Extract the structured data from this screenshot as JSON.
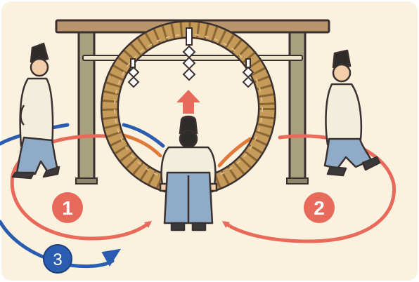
{
  "illustration": {
    "colors": {
      "background": "#fbf1df",
      "torii_wood": "#a8a17e",
      "torii_beam": "#b8956a",
      "rope": "#c69a59",
      "path_red": "#e86a5a",
      "path_blue": "#2a5cb0",
      "path_orange": "#e07a3a",
      "robe": "#f3eedc",
      "hakama": "#8fabc8",
      "eboshi_hat": "#2e2c2a",
      "skin": "#f2cfa8",
      "outline": "#3a3030"
    },
    "markers": [
      {
        "label": "1",
        "color": "#e86a5a"
      },
      {
        "label": "2",
        "color": "#e86a5a"
      },
      {
        "label": "3",
        "color": "#2a5cb0"
      }
    ]
  }
}
